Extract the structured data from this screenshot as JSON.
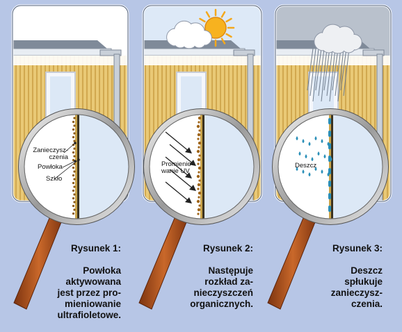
{
  "panels": [
    {
      "sky": "#ffffff",
      "weather": "none",
      "labels": [
        "Zanieczysz-\nczenia",
        "Powłoka",
        "Szkło"
      ],
      "caption_title": "Rysunek 1:",
      "caption_text": "Powłoka\naktywowana\njest przez pro-\nmieniowanie\nultrafioletowe."
    },
    {
      "sky": "#dde9f7",
      "weather": "sun-and-cloud",
      "labels": [
        "Promienio-\nwanie UV"
      ],
      "caption_title": "Rysunek 2:",
      "caption_text": "Następuje\nrozkład za-\nnieczyszczeń\norganicznych."
    },
    {
      "sky": "#b9c1cc",
      "weather": "rain-cloud",
      "labels": [
        "Deszcz"
      ],
      "caption_title": "Rysunek 3:",
      "caption_text": "Deszcz\nspłukuje\nzanieczysz-\nczenia."
    }
  ],
  "colors": {
    "background": "#b7c6e6",
    "wall": "#e9c976",
    "glass": "#dce8f6",
    "handle": "#b8561f",
    "coating": "#c9a44a",
    "dirt": "#8a5a16"
  },
  "icons": [
    "magnifier-icon",
    "sun-icon",
    "cloud-icon",
    "rain-icon",
    "uv-ray-icon"
  ]
}
